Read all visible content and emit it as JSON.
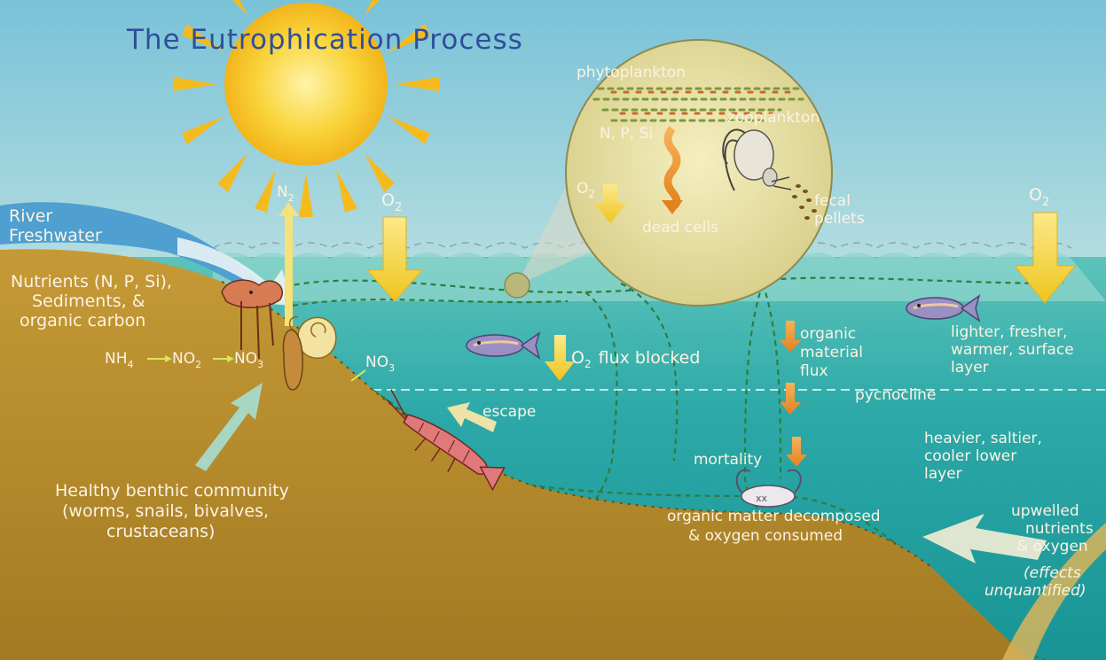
{
  "title": "The Eutrophication Process",
  "labels": {
    "phytoplankton": "phytoplankton",
    "zooplankton": "zooplankton",
    "nps_inset": "N, P, Si",
    "o2_inset": "O",
    "o2_inset_sub": "2",
    "dead_cells": "dead cells",
    "fecal": "fecal",
    "pellets": "pellets",
    "n2": "N",
    "n2_sub": "2",
    "o2_mid": "O",
    "o2_mid_sub": "2",
    "o2_right": "O",
    "o2_right_sub": "2",
    "river_line1": "River",
    "river_line2": "Freshwater",
    "nutrients_line1": "Nutrients (N, P, Si),",
    "nutrients_line2": "Sediments, &",
    "nutrients_line3": "organic carbon",
    "nh4": "NH",
    "nh4_sub": "4",
    "no2": "NO",
    "no2_sub": "2",
    "no3": "NO",
    "no3_sub": "3",
    "no3_b": "NO",
    "no3_b_sub": "3",
    "o2_flux_o": "O",
    "o2_flux_sub": "2",
    "o2_flux_text": "flux blocked",
    "organic_line1": "organic",
    "organic_line2": "material",
    "organic_line3": "flux",
    "pycnocline": "pycnocline",
    "escape": "escape",
    "mortality": "mortality",
    "lighter_line1": "lighter, fresher,",
    "lighter_line2": "warmer, surface",
    "lighter_line3": "layer",
    "heavier_line1": "heavier, saltier,",
    "heavier_line2": "cooler lower",
    "heavier_line3": "layer",
    "decomposed_line1": "organic matter decomposed",
    "decomposed_line2": "& oxygen consumed",
    "upwelled_line1": "upwelled",
    "upwelled_line2": "nutrients",
    "upwelled_line3": "& oxygen",
    "effects_line1": "(effects",
    "effects_line2": "unquantified)",
    "healthy_line1": "Healthy benthic community",
    "healthy_line2": "(worms, snails, bivalves,",
    "healthy_line3": "crustaceans)"
  },
  "colors": {
    "sky_top": "#7fc4d8",
    "sky_bottom": "#d7edea",
    "water_surface": "#3fb5b0",
    "water_deep": "#1f9c9c",
    "sediment": "#b8902f",
    "sun": "#f6c222",
    "arrow_yellow": "#f3d12e",
    "arrow_orange": "#e98c2b",
    "title": "#2f4f9a",
    "label": "#fbf3e4"
  },
  "icons": {
    "sun": "sun-icon",
    "fish": "fish-icon",
    "shrimp": "shrimp-icon",
    "snail": "snail-icon",
    "worm": "worm-icon",
    "crab": "dead-crab-icon",
    "zooplankton": "zooplankton-icon"
  }
}
